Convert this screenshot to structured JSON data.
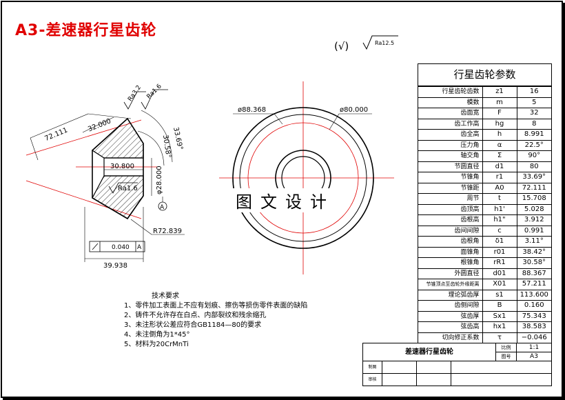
{
  "header": {
    "title": "A3-差速器行星齿轮",
    "roughness_prefix": "(√)",
    "roughness_label": "Ra12.5"
  },
  "drawing": {
    "dims": {
      "len_72_111": "72.111",
      "len_32_000": "32.000",
      "ra_3_2": "Ra3.2",
      "ra_1_6_top": "Ra1.6",
      "ang_33_69": "33.69°",
      "ang_30_58": "30.58°",
      "dia_30_800": "30.800",
      "dia_28_000": "φ28.000",
      "ra_1_6_mid": "Ra1.6",
      "datum_a": "A",
      "r_72_839": "R72.839",
      "tol_value": "0.040",
      "tol_datum": "A",
      "len_39_938": "39.938",
      "phi_88_368": "ø88.368",
      "phi_80_000": "ø80.000"
    }
  },
  "watermark": "图文设计",
  "params": {
    "heading": "行星齿轮参数",
    "rows": [
      {
        "name": "行星齿轮齿数",
        "sym": "z1",
        "val": "16"
      },
      {
        "name": "模数",
        "sym": "m",
        "val": "5"
      },
      {
        "name": "齿面宽",
        "sym": "F",
        "val": "32"
      },
      {
        "name": "齿工作高",
        "sym": "hg",
        "val": "8"
      },
      {
        "name": "齿全高",
        "sym": "h",
        "val": "8.991"
      },
      {
        "name": "压力角",
        "sym": "α",
        "val": "22.5°"
      },
      {
        "name": "轴交角",
        "sym": "Σ",
        "val": "90°"
      },
      {
        "name": "节圆直径",
        "sym": "d1",
        "val": "80"
      },
      {
        "name": "节锥角",
        "sym": "r1",
        "val": "33.69°"
      },
      {
        "name": "节锥距",
        "sym": "A0",
        "val": "72.111"
      },
      {
        "name": "周节",
        "sym": "t",
        "val": "15.708"
      },
      {
        "name": "齿顶高",
        "sym": "h1'",
        "val": "5.028"
      },
      {
        "name": "齿根高",
        "sym": "h1\"",
        "val": "3.912"
      },
      {
        "name": "齿间间隙",
        "sym": "c",
        "val": "0.991"
      },
      {
        "name": "齿根角",
        "sym": "δ1",
        "val": "3.11°"
      },
      {
        "name": "面锥角",
        "sym": "r01",
        "val": "38.42°"
      },
      {
        "name": "根锥角",
        "sym": "rR1",
        "val": "30.58°"
      },
      {
        "name": "外圆直径",
        "sym": "d01",
        "val": "88.367"
      },
      {
        "name": "节锥顶点至齿轮外缘距离",
        "sym": "X01",
        "val": "57.211"
      },
      {
        "name": "理论弧齿厚",
        "sym": "s1",
        "val": "113.600"
      },
      {
        "name": "齿侧间隙",
        "sym": "B",
        "val": "0.160"
      },
      {
        "name": "弦齿厚",
        "sym": "Sx1",
        "val": "75.343"
      },
      {
        "name": "弦齿高",
        "sym": "hx1",
        "val": "38.583"
      },
      {
        "name": "切向修正系数",
        "sym": "τ",
        "val": "−0.046"
      }
    ]
  },
  "notes": {
    "title": "技术要求",
    "items": [
      "1、零件加工表面上不应有划痕、擦伤等损伤零件表面的缺陷",
      "2、铸件不允许存在白点、内部裂纹和残余缩孔",
      "3、未注形状公差应符合GB1184—80的要求",
      "4、未注倒角为1*45°",
      "5、材料为20CrMnTi"
    ]
  },
  "title_block": {
    "part_name": "差速器行星齿轮",
    "scale_label": "比例",
    "scale_value": "1:1",
    "sheet_label": "图号",
    "sheet_value": "A3",
    "drawn_label": "制图",
    "checked_label": "审核"
  }
}
